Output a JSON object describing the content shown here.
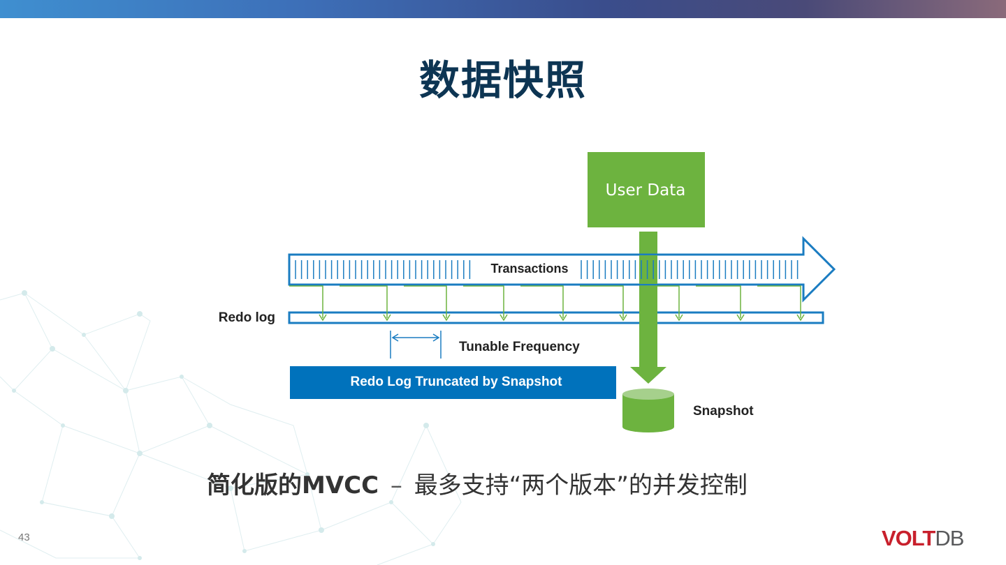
{
  "slide": {
    "title": "数据快照",
    "page_number": "43"
  },
  "diagram": {
    "user_data_label": "User Data",
    "transactions_label": "Transactions",
    "redo_log_label": "Redo log",
    "tunable_frequency_label": "Tunable Frequency",
    "truncated_label": "Redo Log Truncated by Snapshot",
    "snapshot_label": "Snapshot",
    "colors": {
      "green": "#6db33f",
      "blue": "#1a7cc1",
      "dark_blue": "#0072bc",
      "title_color": "#0d3553"
    }
  },
  "subtitle": {
    "bold_part": "简化版的MVCC",
    "dash": "–",
    "rest": "最多支持“两个版本”的并发控制"
  },
  "logo": {
    "volt": "VOLT",
    "db": "DB"
  }
}
